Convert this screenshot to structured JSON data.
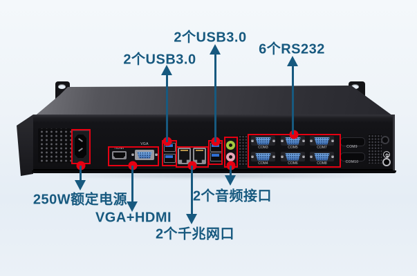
{
  "colors": {
    "annotation": "#17597f",
    "highlight": "#e60012"
  },
  "callouts": {
    "usb_left": "2个USB3.0",
    "usb_mid": "2个USB3.0",
    "rs232": "6个RS232",
    "power": "250W额定电源",
    "video": "VGA+HDMI",
    "lan": "2个千兆网口",
    "audio": "2个音频接口"
  },
  "panel_labels": {
    "vga": "VGA",
    "hdmi": "HDMI",
    "com_ports": [
      "COM3",
      "COM5",
      "COM7",
      "COM4",
      "COM6",
      "COM8"
    ],
    "com_cutouts": [
      "COM9",
      "COM10"
    ]
  }
}
